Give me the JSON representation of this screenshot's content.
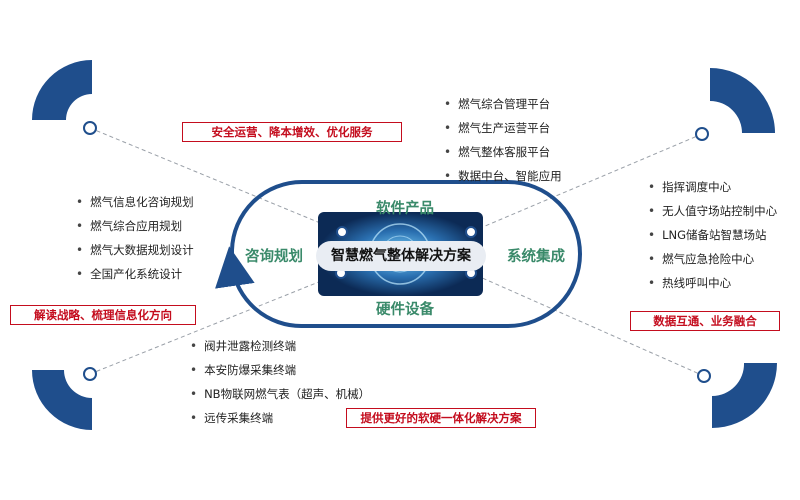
{
  "center_title": "智慧燃气整体解决方案",
  "sections": {
    "software": "软件产品",
    "consulting": "咨询规划",
    "integration": "系统集成",
    "hardware": "硬件设备"
  },
  "highlights": {
    "top": "安全运营、降本增效、优化服务",
    "left": "解读战略、梳理信息化方向",
    "right": "数据互通、业务融合",
    "bottom": "提供更好的软硬一体化解决方案"
  },
  "lists": {
    "software": [
      "燃气综合管理平台",
      "燃气生产运营平台",
      "燃气整体客服平台",
      "数据中台、智能应用"
    ],
    "consulting": [
      "燃气信息化咨询规划",
      "燃气综合应用规划",
      "燃气大数据规划设计",
      "全国产化系统设计"
    ],
    "integration": [
      "指挥调度中心",
      "无人值守场站控制中心",
      "LNG储备站智慧场站",
      "燃气应急抢险中心",
      "热线呼叫中心"
    ],
    "hardware": [
      "阀井泄露检测终端",
      "本安防爆采集终端",
      "NB物联网燃气表（超声、机械）",
      "远传采集终端"
    ]
  },
  "colors": {
    "navy": "#1f4e8c",
    "section_green": "#3a8a6a",
    "highlight_red": "#c40d1e"
  }
}
